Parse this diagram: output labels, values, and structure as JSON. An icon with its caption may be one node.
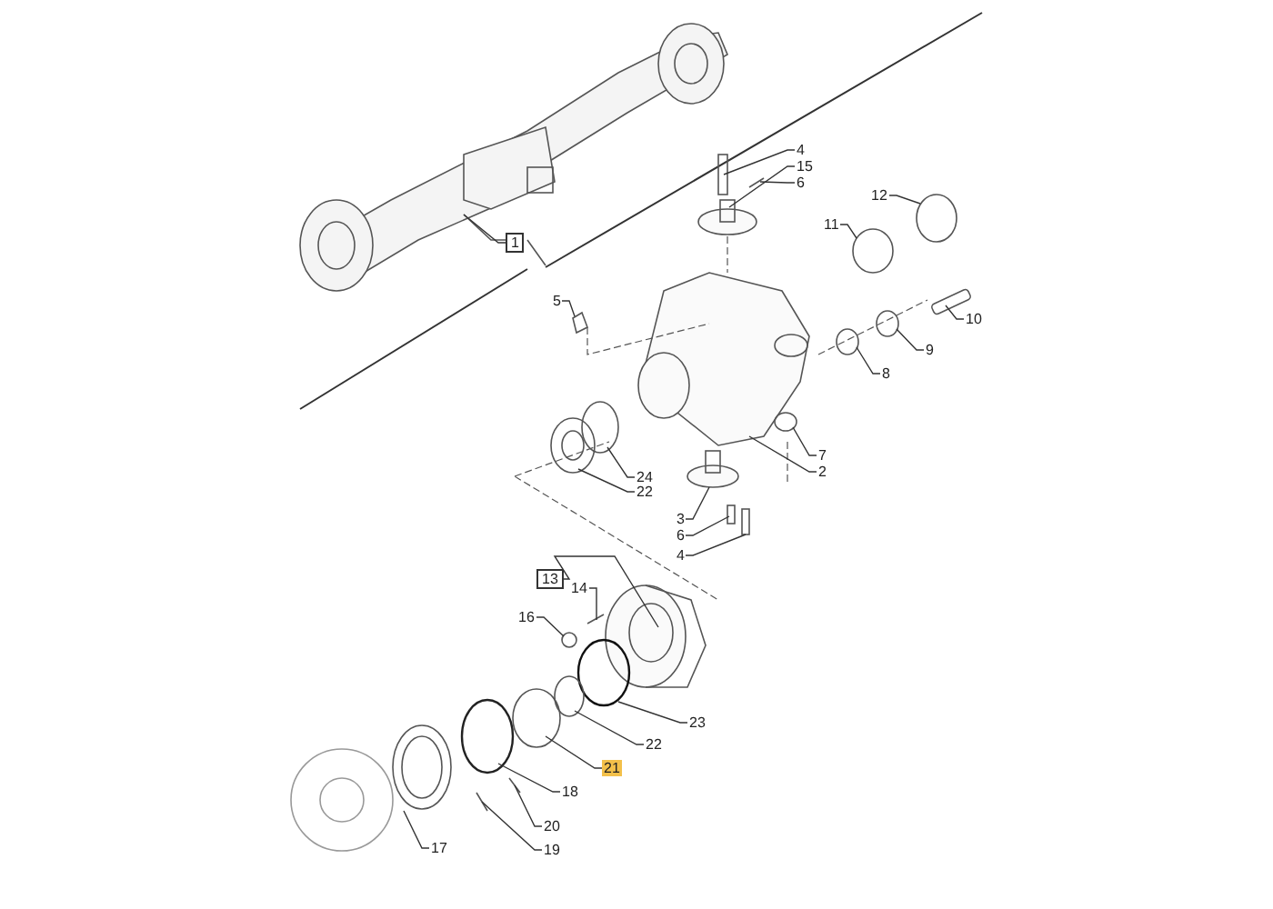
{
  "diagram": {
    "nodes": [
      {
        "text": [
          "1"
        ]
      },
      {
        "text": [
          "4"
        ]
      },
      {
        "text": [
          "15"
        ]
      },
      {
        "text": [
          "6"
        ]
      },
      {
        "text": [
          "12"
        ]
      },
      {
        "text": [
          "11"
        ]
      },
      {
        "text": [
          "5"
        ]
      },
      {
        "text": [
          "10"
        ]
      },
      {
        "text": [
          "9"
        ]
      },
      {
        "text": [
          "8"
        ]
      },
      {
        "text": [
          "7"
        ]
      },
      {
        "text": [
          "2"
        ]
      },
      {
        "text": [
          "24"
        ]
      },
      {
        "text": [
          "22"
        ]
      },
      {
        "text": [
          "3"
        ]
      },
      {
        "text": [
          "6"
        ]
      },
      {
        "text": [
          "4"
        ]
      },
      {
        "text": [
          "13"
        ]
      },
      {
        "text": [
          "14"
        ]
      },
      {
        "text": [
          "16"
        ]
      },
      {
        "text": [
          "23"
        ]
      },
      {
        "text": [
          "22"
        ]
      },
      {
        "text": [
          "21"
        ]
      },
      {
        "text": [
          "18"
        ]
      },
      {
        "text": [
          "20"
        ]
      },
      {
        "text": [
          "17"
        ]
      },
      {
        "text": [
          "19"
        ]
      }
    ],
    "edges": [
      {
        "from": 0,
        "to": null,
        "arrow": "none"
      },
      {
        "from": 1,
        "to": null,
        "arrow": "none"
      },
      {
        "from": 2,
        "to": null,
        "arrow": "none"
      },
      {
        "from": 3,
        "to": null,
        "arrow": "none"
      },
      {
        "from": 4,
        "to": null,
        "arrow": "none"
      },
      {
        "from": 5,
        "to": null,
        "arrow": "none"
      },
      {
        "from": 6,
        "to": null,
        "arrow": "none"
      },
      {
        "from": 7,
        "to": null,
        "arrow": "none"
      },
      {
        "from": 8,
        "to": null,
        "arrow": "none"
      },
      {
        "from": 9,
        "to": null,
        "arrow": "none"
      },
      {
        "from": 10,
        "to": null,
        "arrow": "none"
      },
      {
        "from": 11,
        "to": null,
        "arrow": "none"
      },
      {
        "from": 12,
        "to": null,
        "arrow": "none"
      },
      {
        "from": 13,
        "to": null,
        "arrow": "none"
      },
      {
        "from": 14,
        "to": null,
        "arrow": "none"
      },
      {
        "from": 15,
        "to": null,
        "arrow": "none"
      },
      {
        "from": 16,
        "to": null,
        "arrow": "none"
      },
      {
        "from": 17,
        "to": null,
        "arrow": "none"
      },
      {
        "from": 18,
        "to": null,
        "arrow": "none"
      },
      {
        "from": 19,
        "to": null,
        "arrow": "none"
      },
      {
        "from": 20,
        "to": null,
        "arrow": "none"
      },
      {
        "from": 21,
        "to": null,
        "arrow": "none"
      },
      {
        "from": 22,
        "to": null,
        "arrow": "none"
      },
      {
        "from": 23,
        "to": null,
        "arrow": "none"
      },
      {
        "from": 24,
        "to": null,
        "arrow": "none"
      },
      {
        "from": 25,
        "to": null,
        "arrow": "none"
      },
      {
        "from": 26,
        "to": null,
        "arrow": "none"
      }
    ]
  }
}
